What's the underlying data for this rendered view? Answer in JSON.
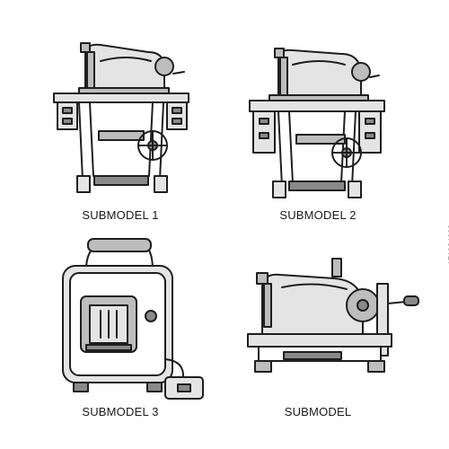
{
  "items": [
    {
      "label": "SUBMODEL 1"
    },
    {
      "label": "SUBMODEL 2"
    },
    {
      "label": "SUBMODEL 3"
    },
    {
      "label": "SUBMODEL"
    }
  ],
  "stock_id": "171924663",
  "colors": {
    "outline": "#1f1f1f",
    "fill_light": "#e4e4e4",
    "fill_mid": "#bdbdbd",
    "fill_dark": "#8a8a8a",
    "background": "#ffffff"
  }
}
